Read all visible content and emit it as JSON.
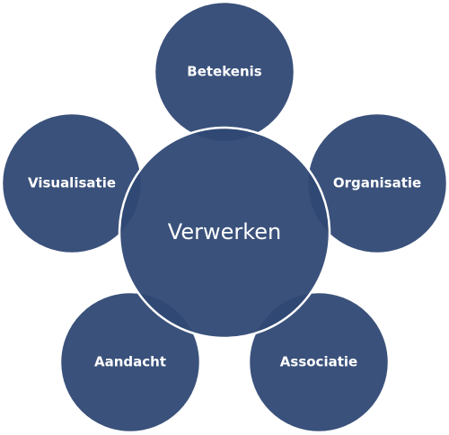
{
  "diagram": {
    "center": {
      "label": "Verwerken"
    },
    "nodes": [
      {
        "id": "betekenis",
        "label": "Betekenis"
      },
      {
        "id": "organisatie",
        "label": "Organisatie"
      },
      {
        "id": "associatie",
        "label": "Associatie"
      },
      {
        "id": "aandacht",
        "label": "Aandacht"
      },
      {
        "id": "visualisatie",
        "label": "Visualisatie"
      }
    ],
    "colors": {
      "fill": "#2f4874",
      "stroke": "#ffffff",
      "text": "#ffffff"
    }
  }
}
